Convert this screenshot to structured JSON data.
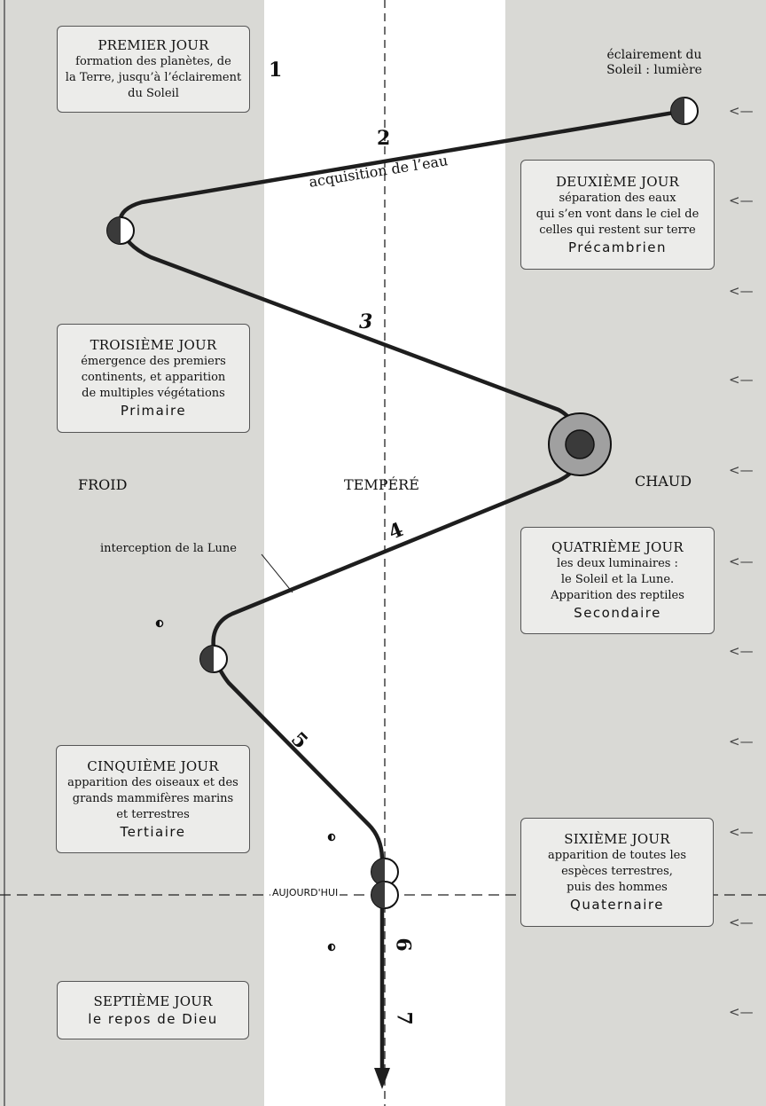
{
  "days": [
    {
      "title": "PREMIER JOUR",
      "lines": [
        "formation des planètes, de",
        "la Terre, jusqu’à l’éclairement",
        "du Soleil"
      ],
      "era": ""
    },
    {
      "title": "DEUXIÈME JOUR",
      "lines": [
        "séparation des eaux",
        "qui s’en vont dans le ciel de",
        "celles qui restent sur terre"
      ],
      "era": "Précambrien"
    },
    {
      "title": "TROISIÈME JOUR",
      "lines": [
        "émergence des premiers",
        "continents, et apparition",
        "de multiples végétations"
      ],
      "era": "Primaire"
    },
    {
      "title": "QUATRIÈME JOUR",
      "lines": [
        "les deux luminaires :",
        "le Soleil et la Lune.",
        "Apparition des reptiles"
      ],
      "era": "Secondaire"
    },
    {
      "title": "CINQUIÈME JOUR",
      "lines": [
        "apparition des oiseaux et des",
        "grands mammifères marins",
        "et terrestres"
      ],
      "era": "Tertiaire"
    },
    {
      "title": "SIXIÈME JOUR",
      "lines": [
        "apparition de toutes les",
        "espèces terrestres,",
        "puis des hommes"
      ],
      "era": "Quaternaire"
    },
    {
      "title": "SEPTIÈME JOUR",
      "lines": [],
      "era": "le repos de Dieu"
    }
  ],
  "zones": {
    "cold": "FROID",
    "temperate": "TEMPÉRÉ",
    "hot": "CHAUD"
  },
  "segment_numbers": [
    "1",
    "2",
    "3",
    "4",
    "5",
    "6",
    "7"
  ],
  "annotations": {
    "sunlight_line1": "éclairement du",
    "sunlight_line2": "Soleil : lumière",
    "water": "acquisition de l’eau",
    "moon": "interception de la Lune",
    "today": "AUJOURD'HUI"
  },
  "arrow_marker": "<—"
}
